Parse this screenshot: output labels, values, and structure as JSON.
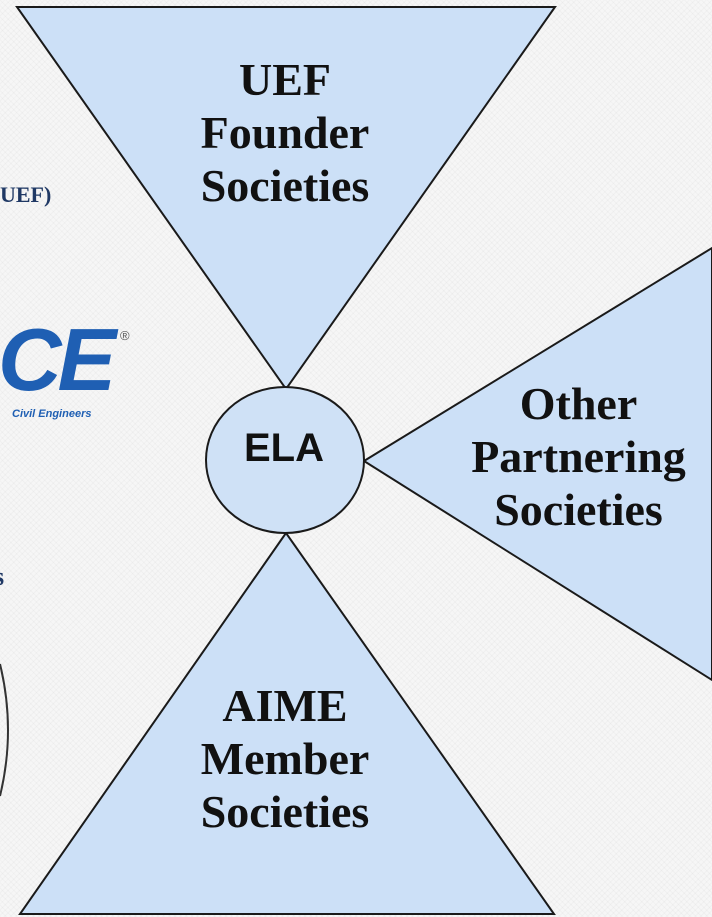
{
  "left_panel": {
    "uef_fragment": "UEF)",
    "s_fragment": "s",
    "asce_logo": {
      "letters": "CE",
      "registered": "®",
      "subtitle": "Civil Engineers"
    }
  },
  "diagram": {
    "center": {
      "label": "ELA"
    },
    "top_triangle": {
      "lines": [
        "UEF",
        "Founder",
        "Societies"
      ]
    },
    "bottom_triangle": {
      "lines": [
        "AIME",
        "Member",
        "Societies"
      ]
    },
    "right_triangle": {
      "lines": [
        "Other",
        "Partnering",
        "Societies"
      ]
    },
    "colors": {
      "fill": "#cce0f7",
      "stroke": "#1a1a1a",
      "circle_fill": "#cfe1f6"
    }
  }
}
